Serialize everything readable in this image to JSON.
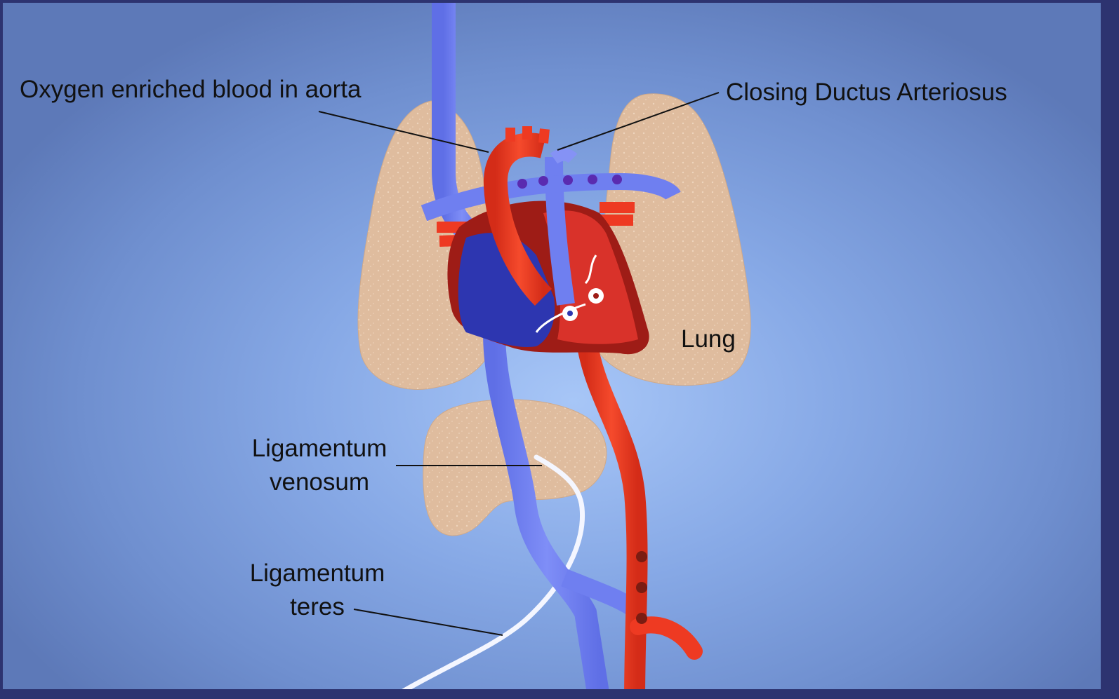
{
  "labels": {
    "aorta": "Oxygen enriched blood in aorta",
    "ductus": "Closing Ductus Arteriosus",
    "lung": "Lung",
    "venosum": [
      "Ligamentum",
      "venosum"
    ],
    "teres": [
      "Ligamentum",
      "teres"
    ]
  },
  "colors": {
    "background": "#8fb0ec",
    "frame": "#2d3370",
    "lung": "#dfbc9e",
    "vein_blue": "#6f7ff0",
    "artery_red": "#ee3a22",
    "heart_dark_blue": "#2d36b0",
    "heart_red": "#d9322a",
    "ligament_white": "#ffffff"
  }
}
